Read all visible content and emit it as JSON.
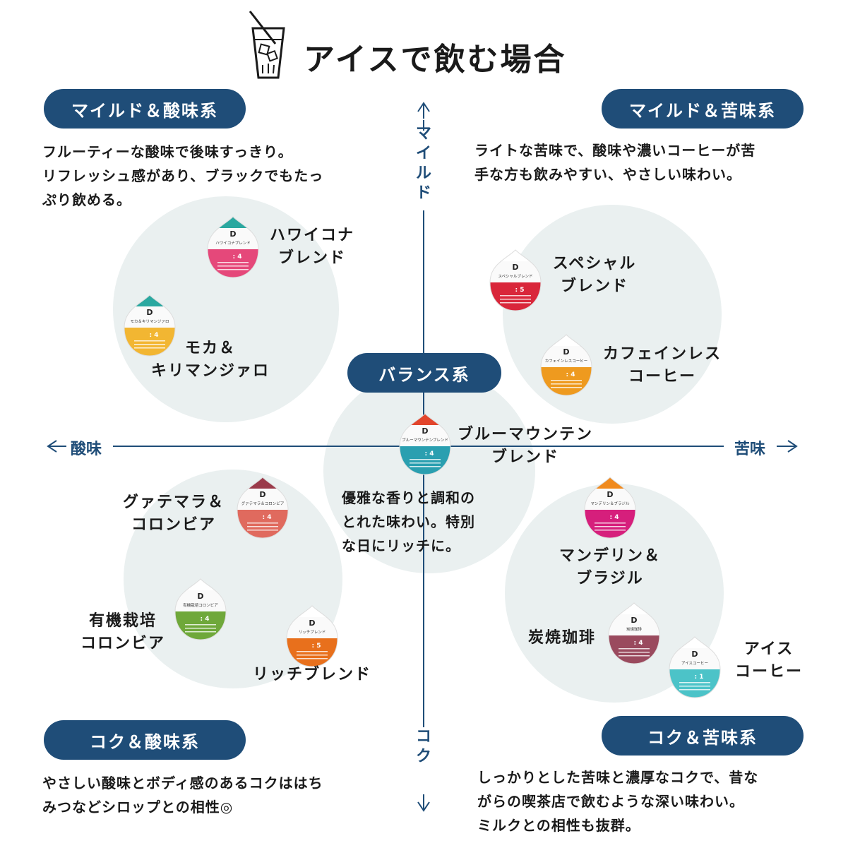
{
  "header": {
    "title": "アイスで飲む場合",
    "icon": "iced-glass-icon"
  },
  "axes": {
    "left": "酸味",
    "right": "苦味",
    "top": "マイルド",
    "bottom": "コク",
    "color": "#1f4d78"
  },
  "quadrants": {
    "mild_acid": {
      "label": "マイルド＆酸味系",
      "desc": [
        "フルーティーな酸味で後味すっきり。",
        "リフレッシュ感があり、ブラックでもたっ",
        "ぷり飲める。"
      ]
    },
    "mild_bitter": {
      "label": "マイルド＆苦味系",
      "desc": [
        "ライトな苦味で、酸味や濃いコーヒーが苦",
        "手な方も飲みやすい、やさしい味わい。"
      ]
    },
    "balance": {
      "label": "バランス系",
      "desc": [
        "優雅な香りと調和の",
        "とれた味わい。特別",
        "な日にリッチに。"
      ]
    },
    "rich_acid": {
      "label": "コク＆酸味系",
      "desc": [
        "やさしい酸味とボディ感のあるコクははち",
        "みつなどシロップとの相性◎"
      ]
    },
    "rich_bitter": {
      "label": "コク＆苦味系",
      "desc": [
        "しっかりとした苦味と濃厚なコクで、昔な",
        "がらの喫茶店で飲むような深い味わい。",
        "ミルクとの相性も抜群。"
      ]
    }
  },
  "products": {
    "hawaii": {
      "lines": [
        "ハワイコナ",
        "ブレンド"
      ],
      "color": "#e5487a",
      "top": "#2aa8a0",
      "cap_text": "ハワイコナブレンド",
      "strength": "4"
    },
    "mocha": {
      "lines": [
        "モカ＆",
        "キリマンジァロ"
      ],
      "color": "#f2b632",
      "top": "#2aa8a0",
      "cap_text": "モカ＆キリマンジァロ",
      "strength": "4"
    },
    "special": {
      "lines": [
        "スペシャル",
        "ブレンド"
      ],
      "color": "#d9263a",
      "top": "#ffffff",
      "cap_text": "スペシャルブレンド",
      "strength": "5"
    },
    "decaf": {
      "lines": [
        "カフェインレス",
        "コーヒー"
      ],
      "color": "#ee9a1f",
      "top": "#ffffff",
      "cap_text": "カフェインレスコーヒー",
      "strength": "4"
    },
    "bluemountain": {
      "lines": [
        "ブルーマウンテン",
        "ブレンド"
      ],
      "color": "#2a9fb0",
      "top": "#e2452c",
      "cap_text": "ブルーマウンテンブレンド",
      "strength": "4"
    },
    "guatemala": {
      "lines": [
        "グァテマラ＆",
        "コロンビア"
      ],
      "color": "#e06a5e",
      "top": "#9a3a4a",
      "cap_text": "グァテマラ＆コロンビア",
      "strength": "4"
    },
    "organic": {
      "lines": [
        "有機栽培",
        "コロンビア"
      ],
      "color": "#6fa83a",
      "top": "#ffffff",
      "cap_text": "有機栽培コロンビア",
      "strength": "4"
    },
    "rich": {
      "lines": [
        "リッチブレンド"
      ],
      "color": "#e8701c",
      "top": "#ffffff",
      "cap_text": "リッチブレンド",
      "strength": "5"
    },
    "mandheling": {
      "lines": [
        "マンデリン＆",
        "ブラジル"
      ],
      "color": "#d61f7c",
      "top": "#f08a1e",
      "cap_text": "マンデリン＆ブラジル",
      "strength": "4"
    },
    "charcoal": {
      "lines": [
        "炭焼珈琲"
      ],
      "color": "#9a4a5e",
      "top": "#ffffff",
      "cap_text": "炭焼珈琲",
      "strength": "4"
    },
    "ice": {
      "lines": [
        "アイス",
        "コーヒー"
      ],
      "color": "#4cc3c8",
      "top": "#ffffff",
      "cap_text": "アイスコーヒー",
      "strength": "1"
    }
  }
}
